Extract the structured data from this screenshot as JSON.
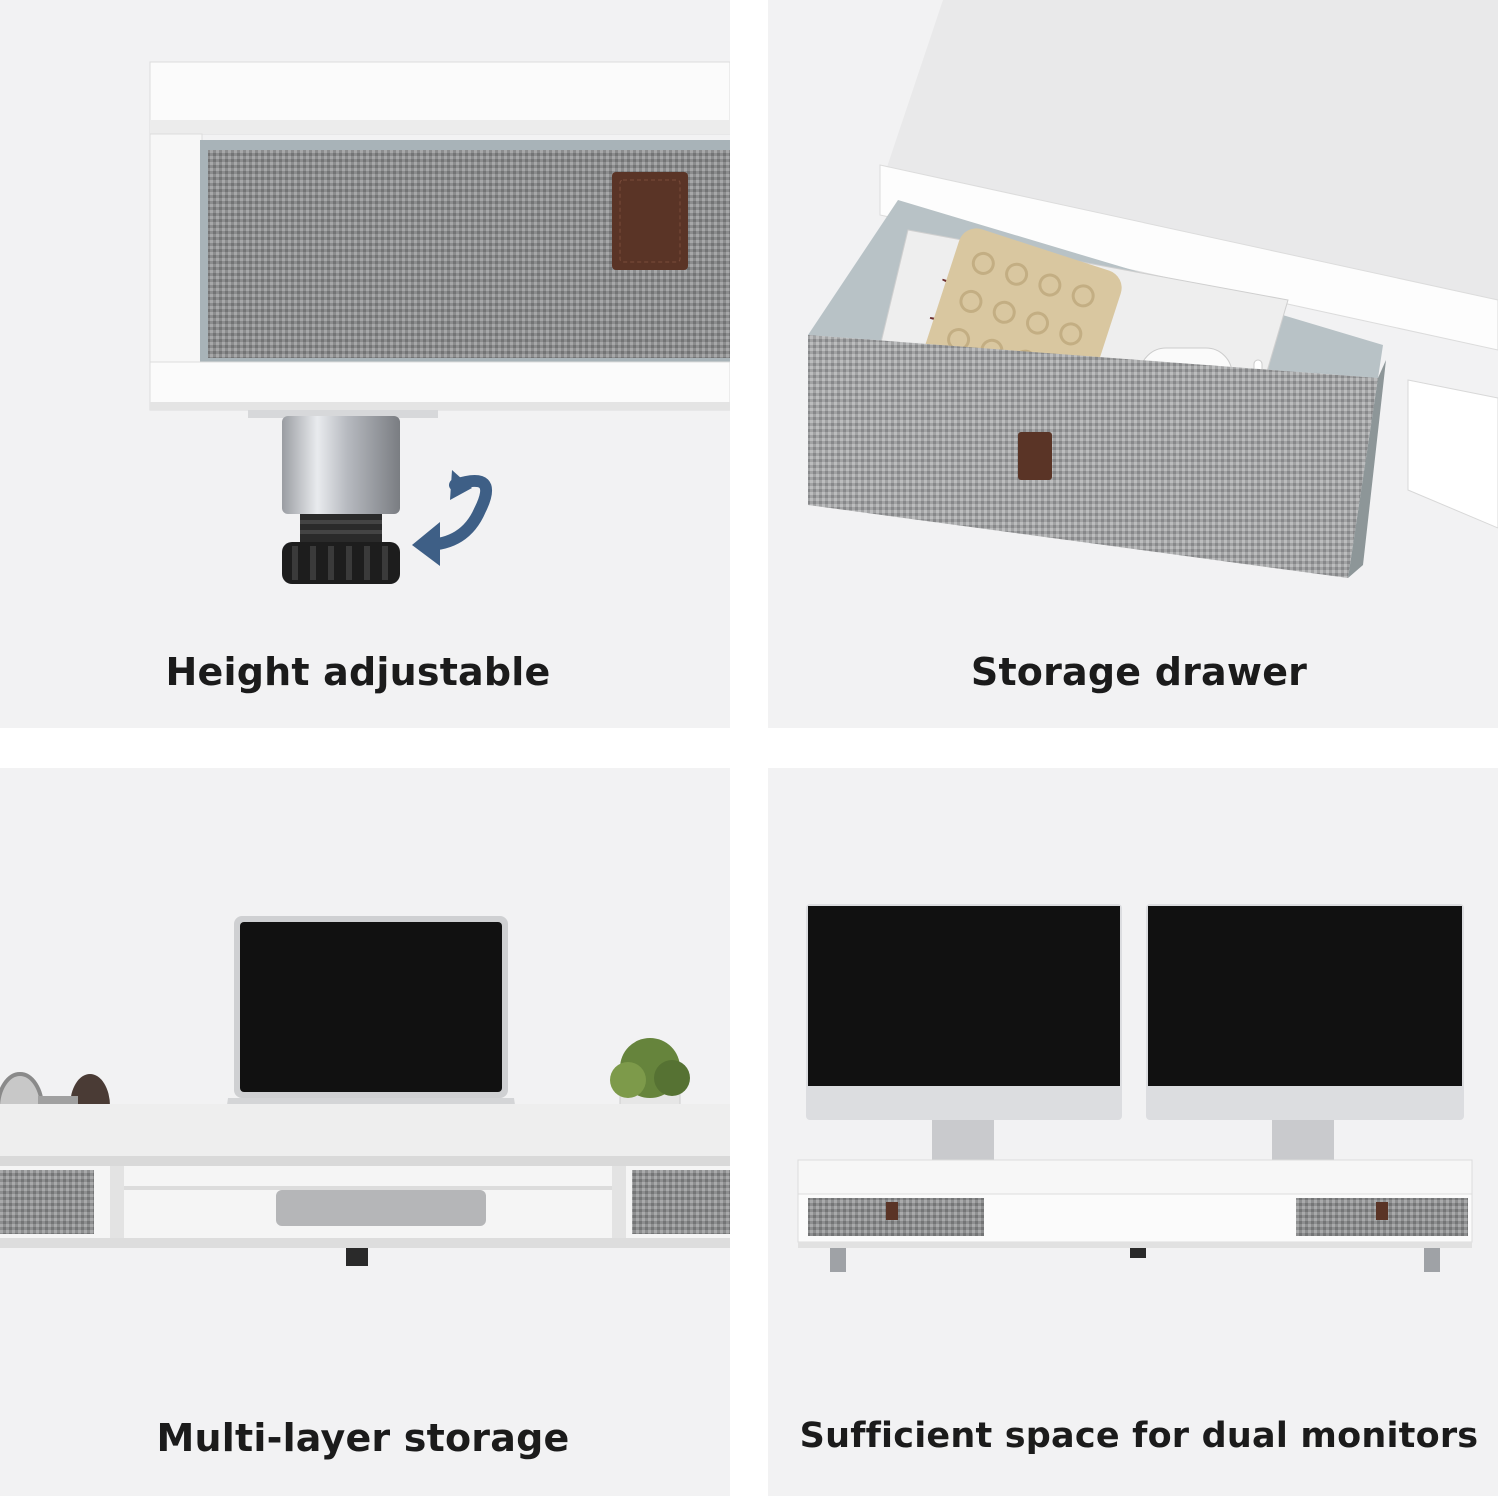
{
  "features": [
    {
      "id": "height",
      "caption": "Height adjustable"
    },
    {
      "id": "drawer",
      "caption": "Storage drawer"
    },
    {
      "id": "layers",
      "caption": "Multi-layer storage"
    },
    {
      "id": "monitors",
      "caption": "Sufficient space for dual monitors"
    }
  ],
  "colors": {
    "panel_background": "#f2f2f3",
    "fabric_gray": "#8e8f90",
    "leather_pull": "#5a3426",
    "frame_white": "#fbfbfb",
    "screen_black": "#111111",
    "arrow_blue": "#3e5f86"
  }
}
